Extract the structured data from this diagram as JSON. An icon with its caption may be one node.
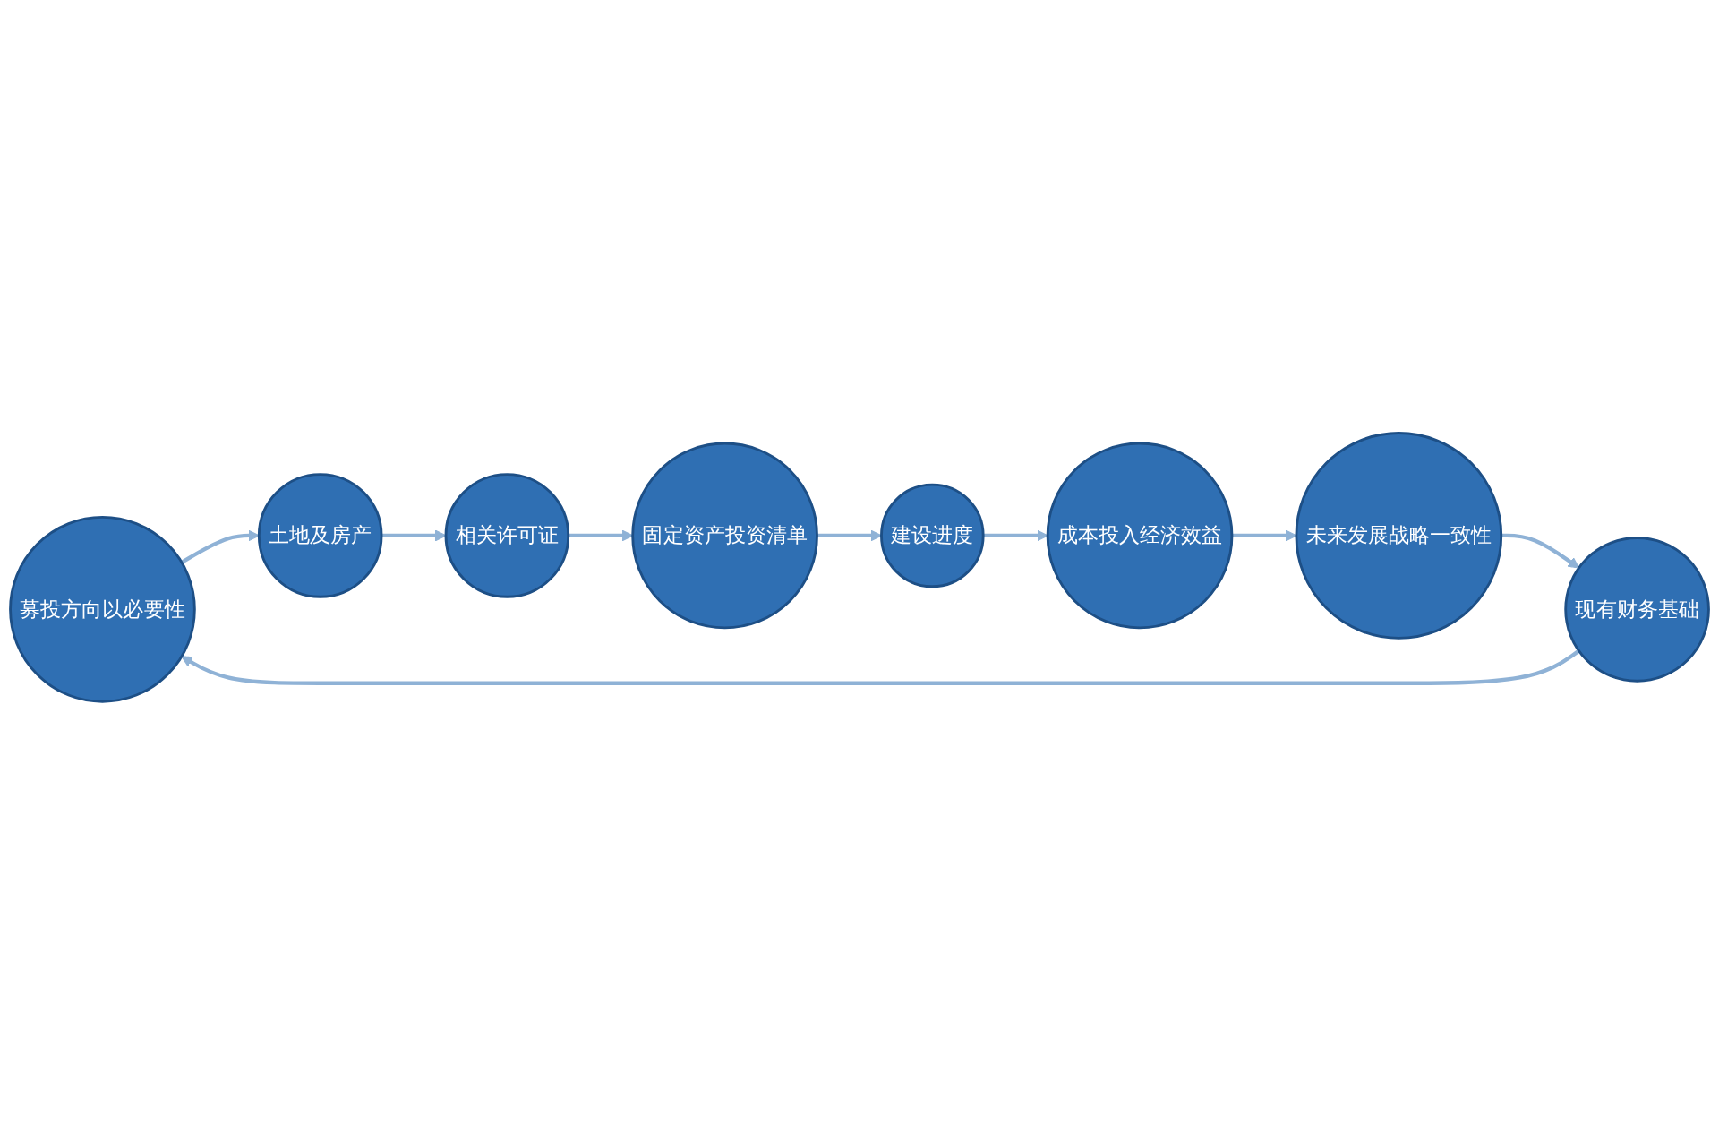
{
  "diagram": {
    "nodes": [
      {
        "text": [
          "募投方向以必要性"
        ]
      },
      {
        "text": [
          "土地及房产"
        ]
      },
      {
        "text": [
          "相关许可证"
        ]
      },
      {
        "text": [
          "固定资产投资清单"
        ]
      },
      {
        "text": [
          "建设进度"
        ]
      },
      {
        "text": [
          "成本投入经济效益"
        ]
      },
      {
        "text": [
          "未来发展战略一致性"
        ]
      },
      {
        "text": [
          "现有财务基础"
        ]
      }
    ],
    "edges": [
      {
        "from": 0,
        "to": 1,
        "arrow": "to"
      },
      {
        "from": 1,
        "to": 2,
        "arrow": "to"
      },
      {
        "from": 2,
        "to": 3,
        "arrow": "to"
      },
      {
        "from": 3,
        "to": 4,
        "arrow": "to"
      },
      {
        "from": 4,
        "to": 5,
        "arrow": "to"
      },
      {
        "from": 5,
        "to": 6,
        "arrow": "to"
      },
      {
        "from": 6,
        "to": 7,
        "arrow": "to"
      },
      {
        "from": 7,
        "to": 0,
        "arrow": "to"
      }
    ]
  }
}
